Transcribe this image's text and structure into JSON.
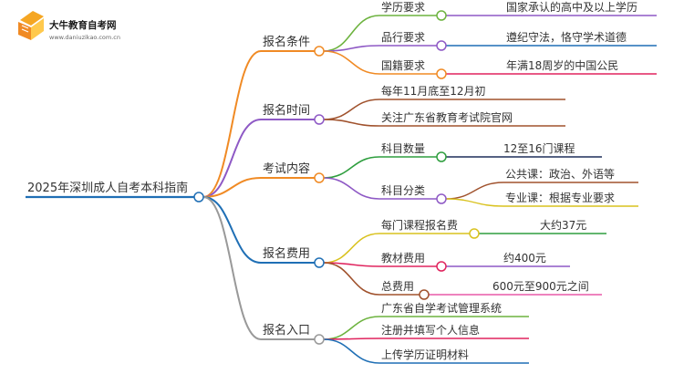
{
  "logo": {
    "title": "大牛教育自考网",
    "url": "www.daniuzikao.com.cn"
  },
  "root": {
    "label": "2025年深圳成人自考本科指南",
    "color": "#1f6fb5"
  },
  "branches": [
    {
      "label": "报名条件",
      "color": "#f08a24",
      "children": [
        {
          "label": "学历要求",
          "color": "#6db33f",
          "detail": "国家承认的高中及以上学历",
          "detail_color": "#8e59c5"
        },
        {
          "label": "品行要求",
          "color": "#8e59c5",
          "detail": "遵纪守法，恪守学术道德",
          "detail_color": "#1f6fb5"
        },
        {
          "label": "国籍要求",
          "color": "#f08a24",
          "detail": "年满18周岁的中国公民",
          "detail_color": "#e0245e"
        }
      ]
    },
    {
      "label": "报名时间",
      "color": "#8e59c5",
      "children": [
        {
          "label": "每年11月底至12月初",
          "color": "#a0522d"
        },
        {
          "label": "关注广东省教育考试院官网",
          "color": "#a0522d"
        }
      ]
    },
    {
      "label": "考试内容",
      "color": "#f08a24",
      "children": [
        {
          "label": "科目数量",
          "color": "#2e9e3e",
          "detail": "12至16门课程",
          "detail_color": "#1f2f5a"
        },
        {
          "label": "科目分类",
          "color": "#8e59c5",
          "sub": [
            {
              "label": "公共课：政治、外语等",
              "color": "#a0522d"
            },
            {
              "label": "专业课：根据专业要求",
              "color": "#d9c21f"
            }
          ]
        }
      ]
    },
    {
      "label": "报名费用",
      "color": "#1f6fb5",
      "children": [
        {
          "label": "每门课程报名费",
          "color": "#d9c21f",
          "detail": "大约37元",
          "detail_color": "#2e9e3e"
        },
        {
          "label": "教材费用",
          "color": "#e0245e",
          "detail": "约400元",
          "detail_color": "#8e59c5"
        },
        {
          "label": "总费用",
          "color": "#a0522d",
          "detail": "600元至900元之间",
          "detail_color": "#e85aa8"
        }
      ]
    },
    {
      "label": "报名入口",
      "color": "#999999",
      "children": [
        {
          "label": "广东省自学考试管理系统",
          "color": "#6db33f"
        },
        {
          "label": "注册并填写个人信息",
          "color": "#e0245e"
        },
        {
          "label": "上传学历证明材料",
          "color": "#1f6fb5"
        }
      ]
    }
  ]
}
